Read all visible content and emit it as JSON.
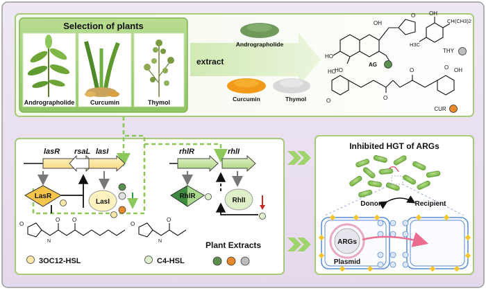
{
  "top": {
    "selection_title": "Selection of plants",
    "plants": [
      "Andrographolide",
      "Curcumin",
      "Thymol"
    ],
    "extract_label": "extract",
    "powders": [
      "Andrographolide",
      "Curcumin",
      "Thymol"
    ],
    "compounds": [
      "AG",
      "THY",
      "CUR"
    ],
    "thy_substituent": "CH(CH3)2",
    "thy_methyl": "H3C"
  },
  "qs": {
    "las_genes": [
      "lasR",
      "rsaL",
      "lasI"
    ],
    "rhl_genes": [
      "rhlR",
      "rhlI"
    ],
    "proteins": [
      "LasR",
      "LasI",
      "RhlR",
      "RhlI"
    ],
    "signal_1": "3OC12-HSL",
    "signal_2": "C4-HSL",
    "plant_extracts": "Plant Extracts"
  },
  "hgt": {
    "title": "Inhibited HGT of ARGs",
    "donor": "Donor",
    "recipient": "Recipient",
    "args": "ARGs",
    "plasmid": "Plasmid"
  },
  "colors": {
    "frame": "#a8c87a",
    "lavender": "#e7dcee",
    "gene_yellow": "#fbe7a6",
    "gene_green": "#cfe6a6",
    "ag_dot": "#5a8f4f",
    "cur_dot": "#e88a2c",
    "thy_dot": "#bdbdbd",
    "down_green": "#2e9a4a",
    "down_red": "#c62828"
  }
}
